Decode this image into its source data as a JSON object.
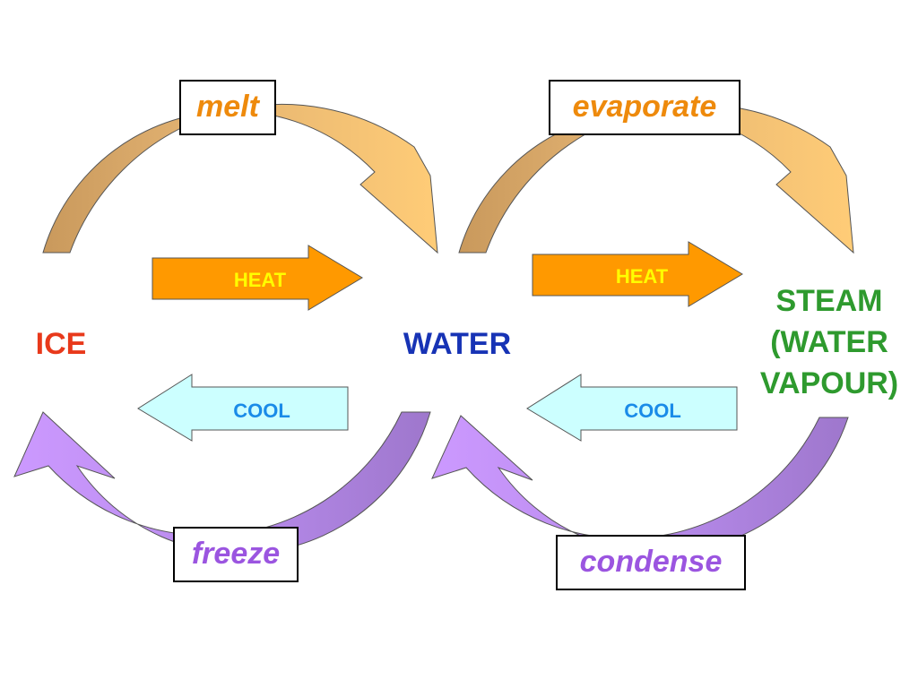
{
  "states": {
    "ice": "ICE",
    "water": "WATER",
    "steam": [
      "STEAM",
      "(WATER",
      "VAPOUR)"
    ]
  },
  "processes": {
    "melt": "melt",
    "evaporate": "evaporate",
    "freeze": "freeze",
    "condense": "condense"
  },
  "arrows": {
    "heat_1": "HEAT",
    "heat_2": "HEAT",
    "cool_1": "COOL",
    "cool_2": "COOL"
  },
  "colors": {
    "ice": "#e8391b",
    "water": "#1733b5",
    "steam": "#2e9a2e",
    "heat_process": "#ee8a0c",
    "cool_process": "#9b55e0",
    "heat_arrow_fill": "#ff9900",
    "cool_arrow_fill": "#ccffff",
    "curve_heat_dark": "#c9995c",
    "curve_heat_light": "#ffcc77",
    "curve_cool_dark": "#9e77cc",
    "curve_cool_light": "#cc99ff"
  }
}
